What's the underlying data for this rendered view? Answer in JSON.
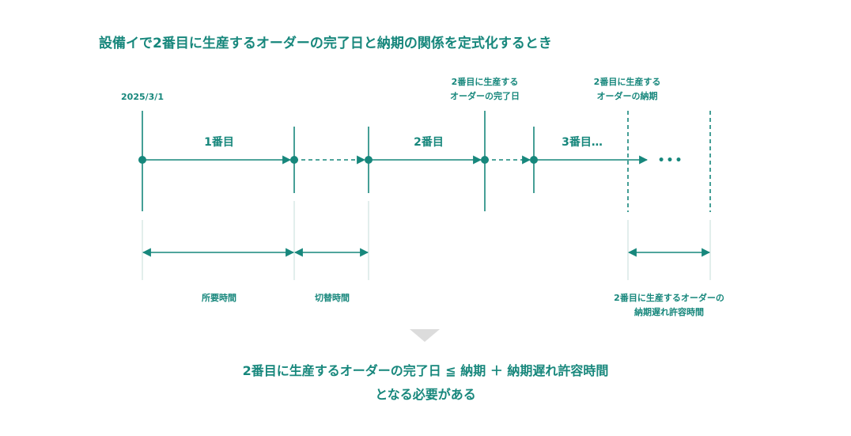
{
  "title": "設備イで2番目に生産するオーダーの完了日と納期の関係を定式化するとき",
  "timeline": {
    "start_date": "2025/3/1",
    "segments": [
      "1番目",
      "2番目",
      "3番目…"
    ],
    "ellipsis": "•••",
    "completion_label": [
      "2番目に生産する",
      "オーダーの完了日"
    ],
    "due_label": [
      "2番目に生産する",
      "オーダーの納期"
    ]
  },
  "spans": {
    "required_time": "所要時間",
    "changeover_time": "切替時間",
    "allowed_delay": [
      "2番目に生産するオーダーの",
      "納期遅れ許容時間"
    ]
  },
  "conclusion": {
    "line1": "2番目に生産するオーダーの完了日 ≦ 納期 ＋ 納期遅れ許容時間",
    "line2": "となる必要がある"
  },
  "colors": {
    "accent": "#17877c",
    "divider": "#dcdcdc"
  }
}
